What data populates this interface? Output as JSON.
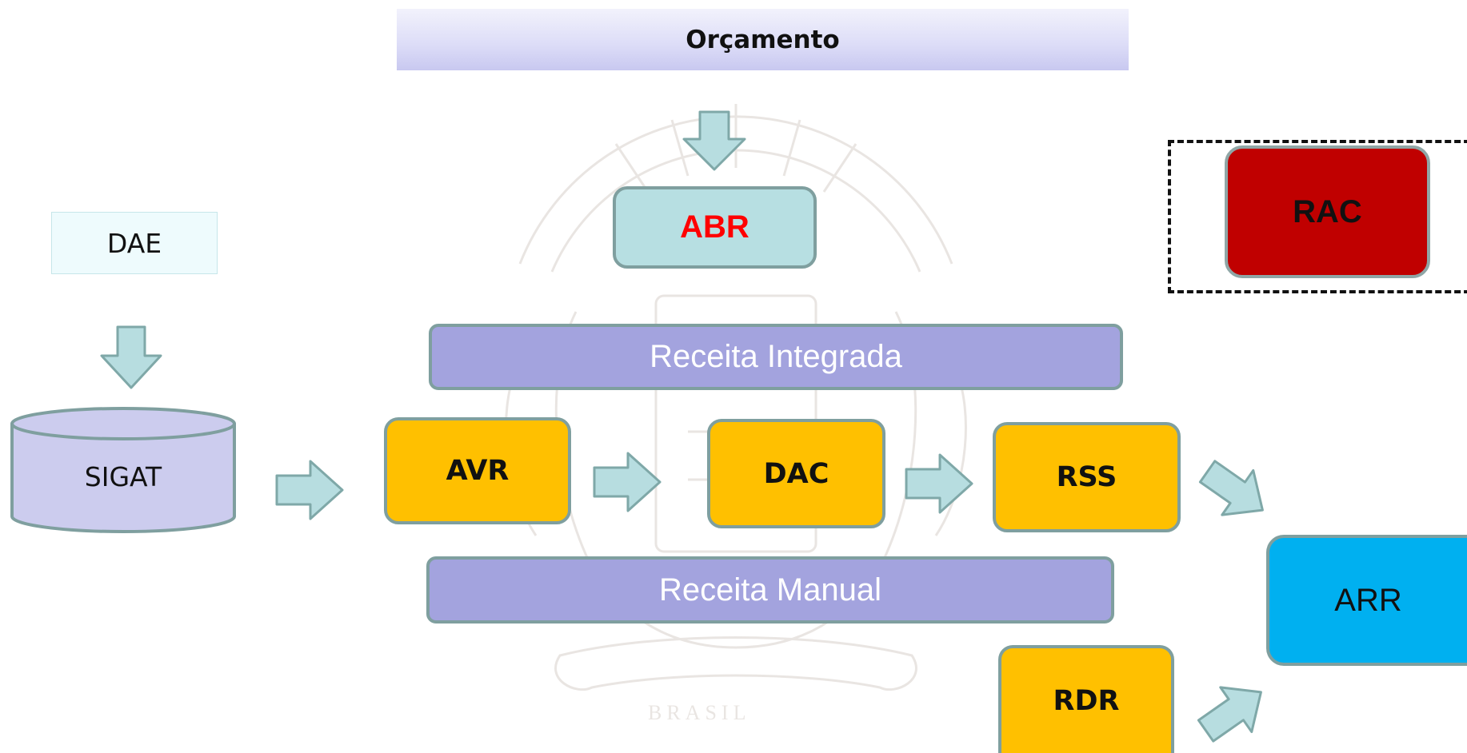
{
  "nodes": {
    "orcamento": "Orçamento",
    "abr": "ABR",
    "dae": "DAE",
    "sigat": "SIGAT",
    "receita_integrada": "Receita Integrada",
    "avr": "AVR",
    "dac": "DAC",
    "rss": "RSS",
    "receita_manual": "Receita Manual",
    "rdr": "RDR",
    "rac": "RAC",
    "arr": "ARR"
  },
  "colors": {
    "arrow_fill": "#b7dde0",
    "arrow_stroke": "#7fa8a8",
    "gold": "#ffc000",
    "purple": "#a3a3de",
    "rac": "#c00000",
    "arr": "#00b0f0",
    "abr_text": "#ff0000"
  }
}
